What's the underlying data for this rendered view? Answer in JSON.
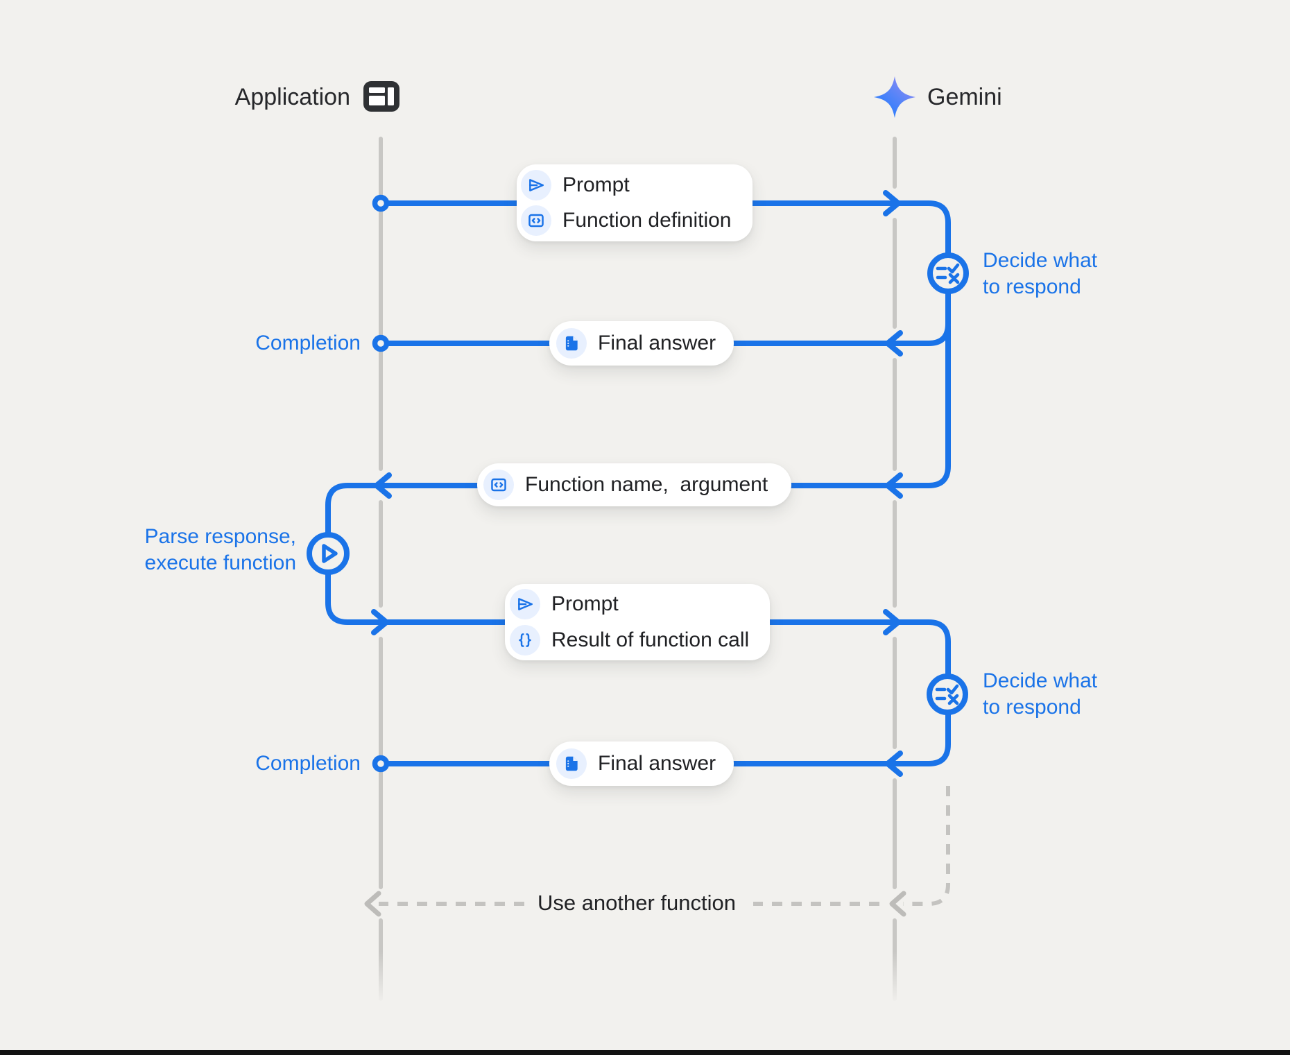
{
  "colors": {
    "background": "#F2F1EE",
    "blue": "#1A73E8",
    "chip_background": "#E8F0FE",
    "dark_text": "#202124",
    "gray_line": "#C8C7C4",
    "card_background": "#FFFFFF"
  },
  "header": {
    "application": {
      "label": "Application",
      "icon": "app-window-icon"
    },
    "gemini": {
      "label": "Gemini",
      "icon": "gemini-sparkle-icon"
    }
  },
  "cards": {
    "prompt1": {
      "rows": [
        {
          "icon": "send-icon",
          "label": "Prompt"
        },
        {
          "icon": "code-icon",
          "label": "Function definition"
        }
      ]
    },
    "final1": {
      "icon": "document-icon",
      "label": "Final answer"
    },
    "function_name": {
      "icon": "code-icon",
      "label": "Function name,  argument"
    },
    "prompt2": {
      "rows": [
        {
          "icon": "send-icon",
          "label": "Prompt"
        },
        {
          "icon": "braces-icon",
          "label": "Result of function call"
        }
      ]
    },
    "final2": {
      "icon": "document-icon",
      "label": "Final answer"
    }
  },
  "labels": {
    "completion1": "Completion",
    "completion2": "Completion",
    "decide1": {
      "line1": "Decide what",
      "line2": "to respond"
    },
    "decide2": {
      "line1": "Decide what",
      "line2": "to respond"
    },
    "parse": {
      "line1": "Parse response,",
      "line2": "execute function"
    },
    "use_another": "Use another function"
  }
}
